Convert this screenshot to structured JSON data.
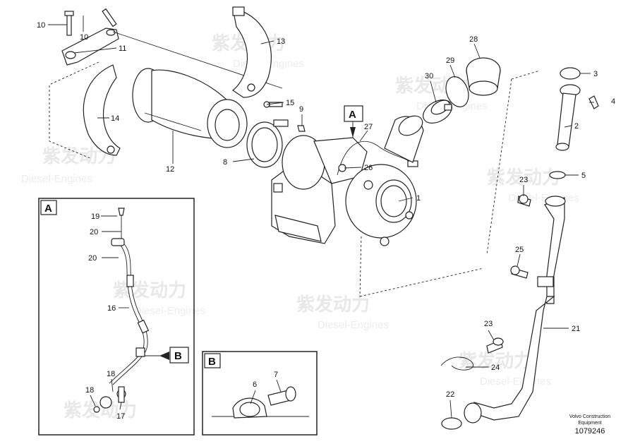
{
  "watermark": {
    "cn": "紫发动力",
    "en": "Diesel-Engines"
  },
  "view_a": {
    "flag": "A"
  },
  "view_b": {
    "flag": "B"
  },
  "labels": {
    "l1": "1",
    "l2": "2",
    "l3": "3",
    "l4": "4",
    "l5": "5",
    "l6": "6",
    "l7": "7",
    "l8": "8",
    "l9": "9",
    "l10a": "10",
    "l10b": "10",
    "l11": "11",
    "l12": "12",
    "l13": "13",
    "l14": "14",
    "l15": "15",
    "l16": "16",
    "l17": "17",
    "l18a": "18",
    "l18b": "18",
    "l19": "19",
    "l20a": "20",
    "l20b": "20",
    "l21": "21",
    "l22": "22",
    "l23a": "23",
    "l23b": "23",
    "l24": "24",
    "l25": "25",
    "l26": "26",
    "l27": "27",
    "l28": "28",
    "l29": "29",
    "l30": "30"
  },
  "footer": {
    "line1": "Volvo Construction",
    "line2": "Equipment",
    "number": "1079246"
  }
}
